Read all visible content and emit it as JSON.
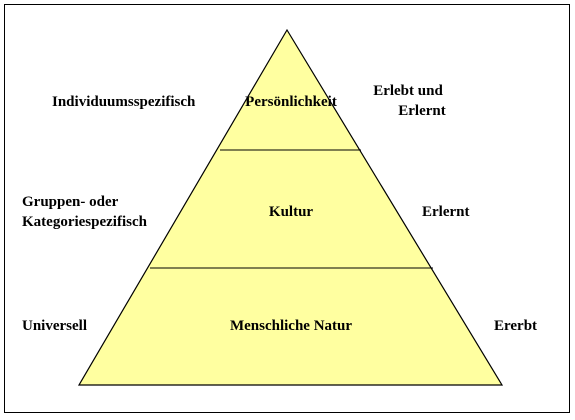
{
  "diagram": {
    "colors": {
      "pyramid_fill": "#FFFFA0",
      "outline": "#000000",
      "background": "#FFFFFF"
    },
    "levels": [
      {
        "name": "Persönlichkeit",
        "scope": "Individuumsspezifisch",
        "origin": [
          "Erlebt und",
          "Erlernt"
        ]
      },
      {
        "name": "Kultur",
        "scope": [
          "Gruppen- oder",
          "Kategoriespezifisch"
        ],
        "origin": "Erlernt"
      },
      {
        "name": "Menschliche Natur",
        "scope": "Universell",
        "origin": "Ererbt"
      }
    ]
  }
}
